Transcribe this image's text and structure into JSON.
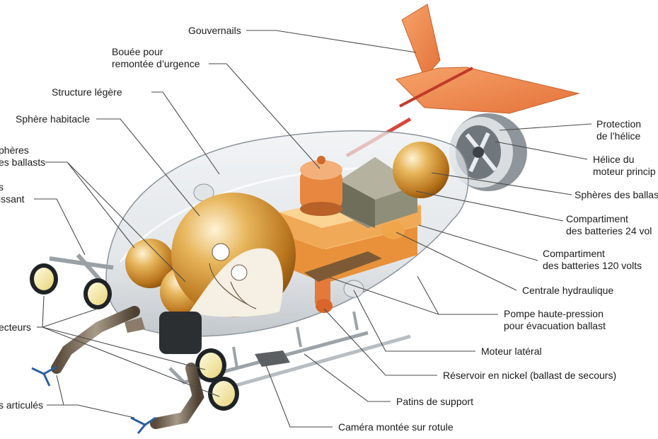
{
  "labels": {
    "gouvernails": "Gouvernails",
    "bouee_1": "Bouée pour",
    "bouee_2": "remontée d’urgence",
    "structure": "Structure légère",
    "sphere_habitacle": "Sphère habitacle",
    "spheres_ballasts_1": "phères",
    "spheres_ballasts_2": "es ballasts",
    "left_cut_1": "s",
    "left_cut_2": "issant",
    "projecteurs": "ecteurs",
    "bras": "s articulés",
    "protection_1": "Protection",
    "protection_2": "de l’hélice",
    "helice_1": "Hélice du",
    "helice_2": "moteur princip",
    "spheres_ballasts_right": "Sphères des ballas",
    "compartiment24_1": "Compartiment",
    "compartiment24_2": "des batteries 24 vol",
    "compartiment120_1": "Compartiment",
    "compartiment120_2": "des batteries 120 volts",
    "centrale": "Centrale hydraulique",
    "pompe_1": "Pompe haute-pression",
    "pompe_2": "pour évacuation ballast",
    "moteur_lateral": "Moteur latéral",
    "reservoir": "Réservoir en nickel (ballast de secours)",
    "patins": "Patins de support",
    "camera": "Caméra montée sur rotule"
  },
  "colors": {
    "rudder": "#f08a4b",
    "sphere": "#d4982e",
    "hull": "#cfd5da",
    "battery24": "#9c9a84",
    "battery120": "#f2b25d"
  }
}
